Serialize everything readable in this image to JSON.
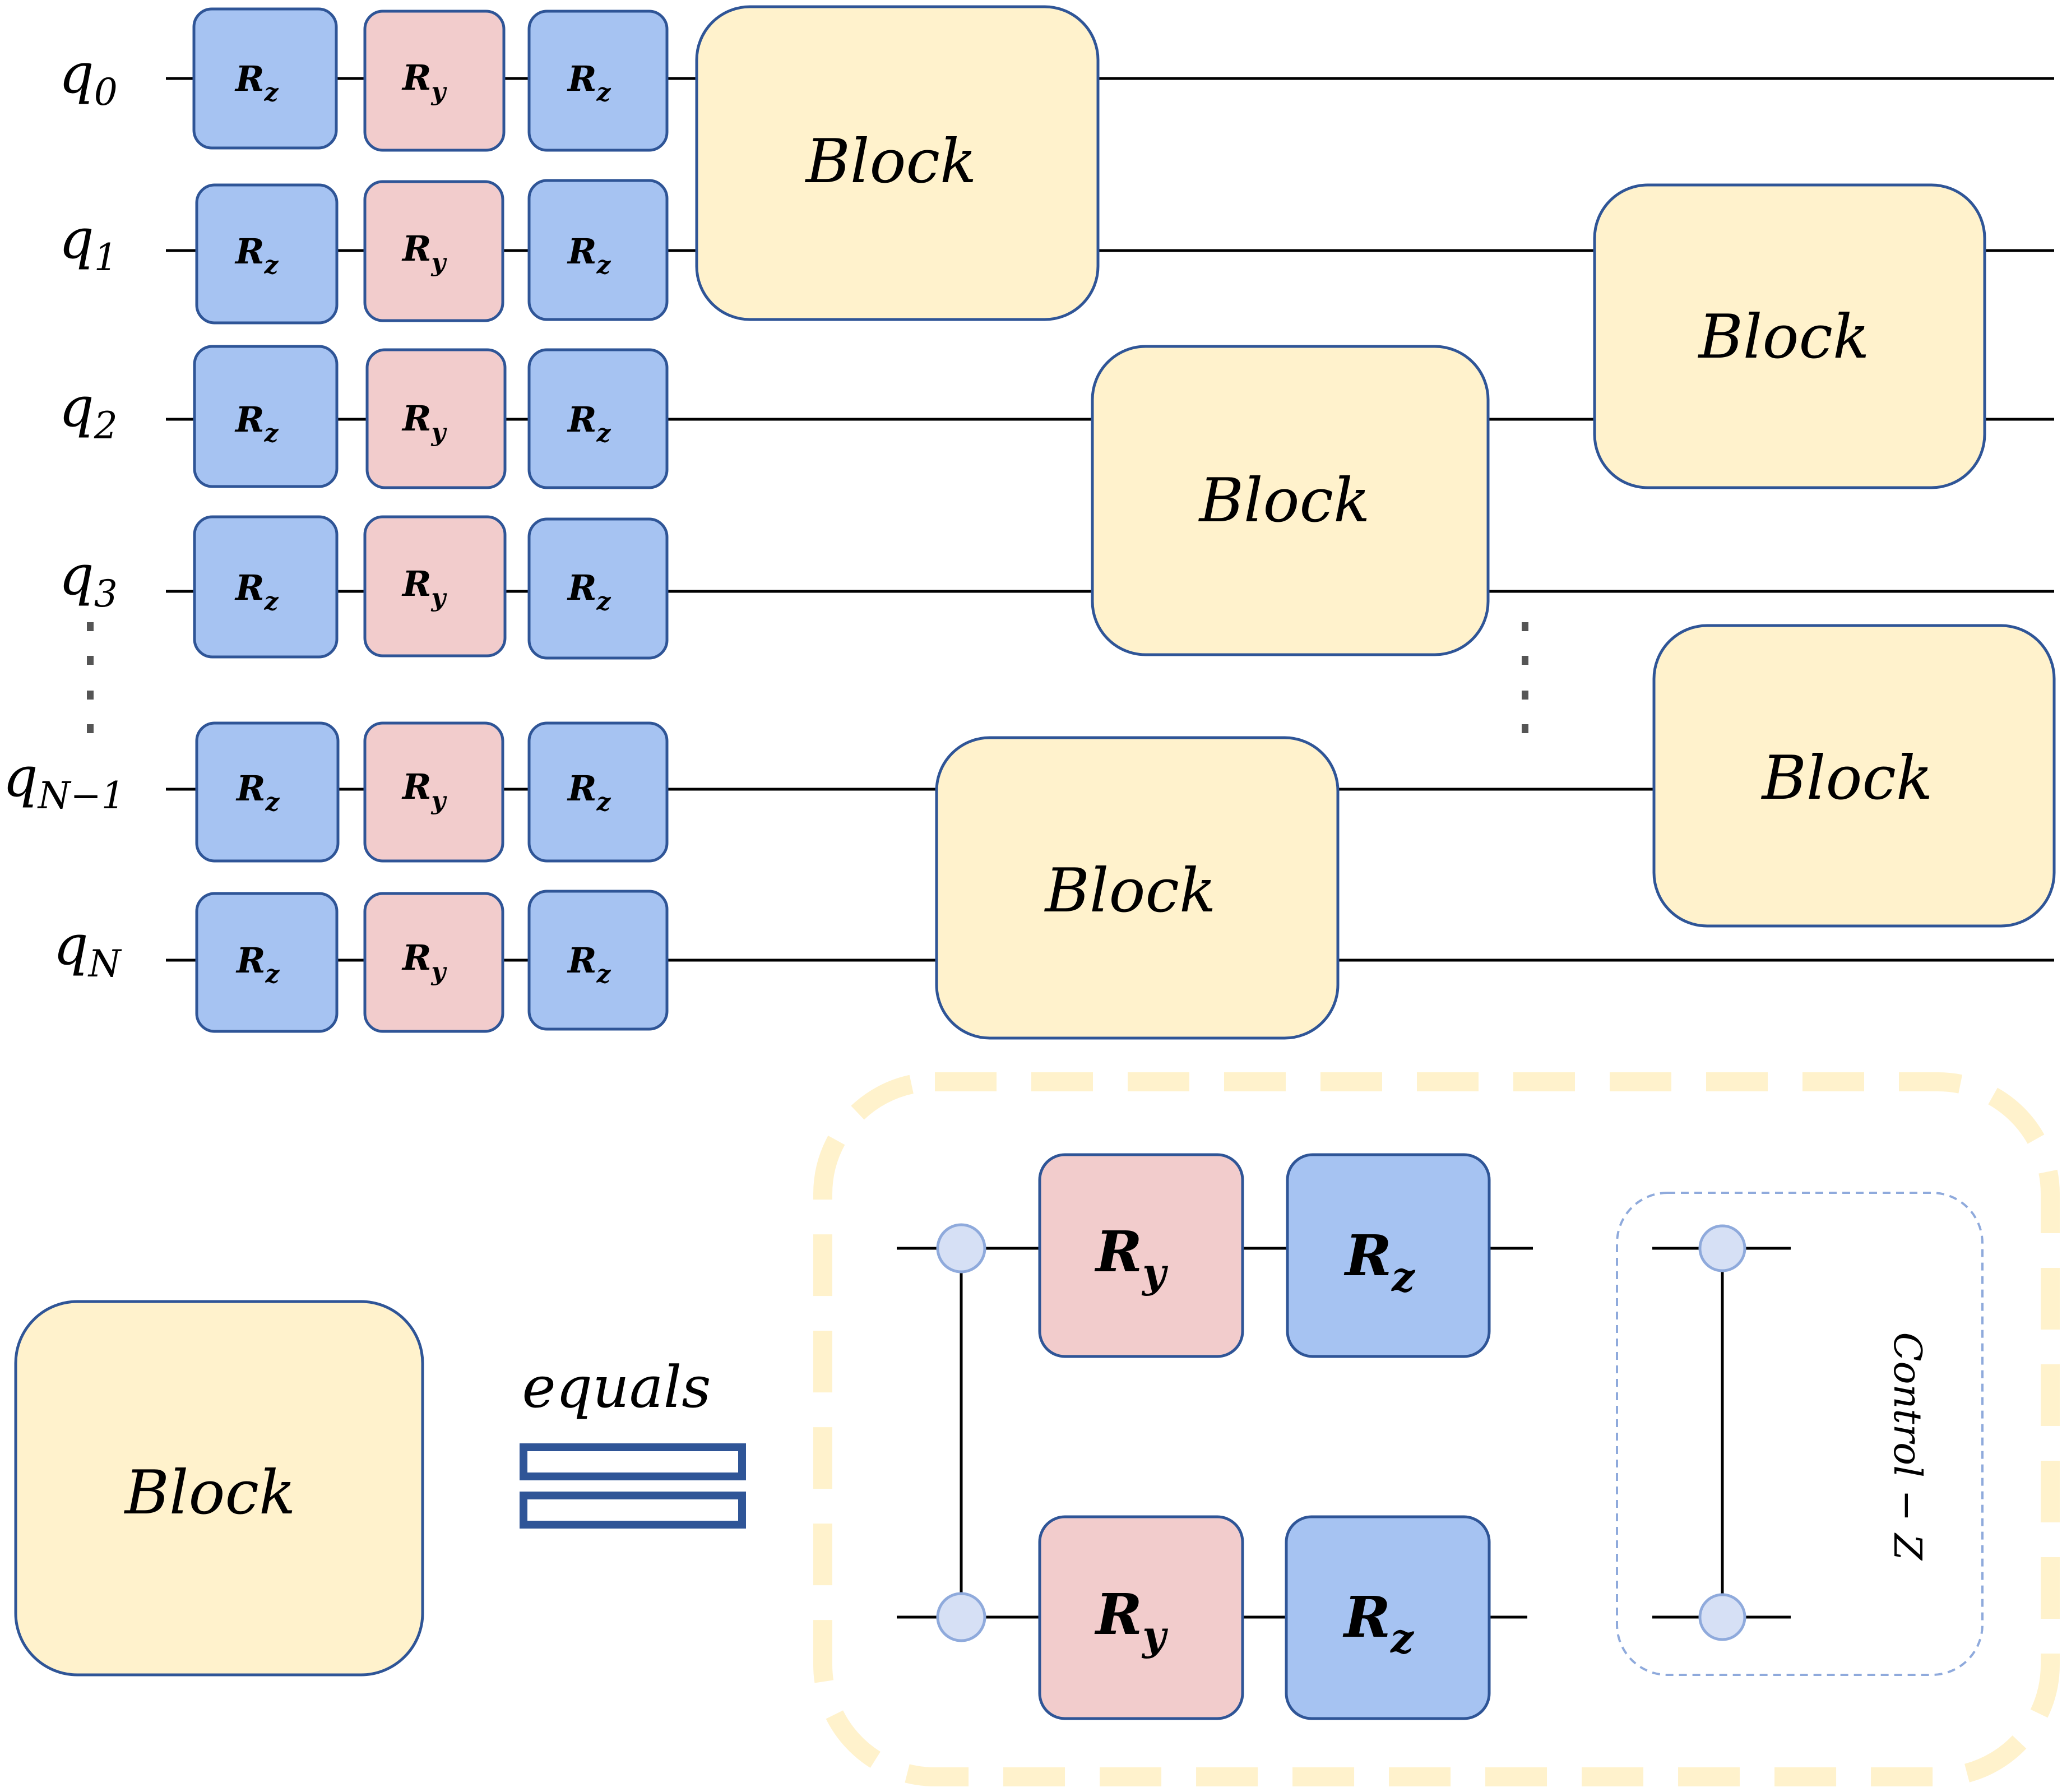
{
  "colors": {
    "rz_fill": "#a6c3f2",
    "ry_fill": "#f2cccc",
    "block_fill": "#fff2cc",
    "stroke": "#2f5597",
    "dashed_border": "#fff2cc",
    "control_fill": "#d6e0f5",
    "control_stroke": "#8faadc",
    "wire": "#000000",
    "equals_stroke": "#2f5597"
  },
  "qubits": [
    {
      "base": "q",
      "sub": "0"
    },
    {
      "base": "q",
      "sub": "1"
    },
    {
      "base": "q",
      "sub": "2"
    },
    {
      "base": "q",
      "sub": "3"
    },
    {
      "base": "q",
      "sub": "N−1"
    },
    {
      "base": "q",
      "sub": "N"
    }
  ],
  "gates": {
    "rz": {
      "base": "R",
      "sub": "z"
    },
    "ry": {
      "base": "R",
      "sub": "y"
    }
  },
  "block_label": "Block",
  "equals_label": "equals",
  "control_z_label": "Control − Z"
}
